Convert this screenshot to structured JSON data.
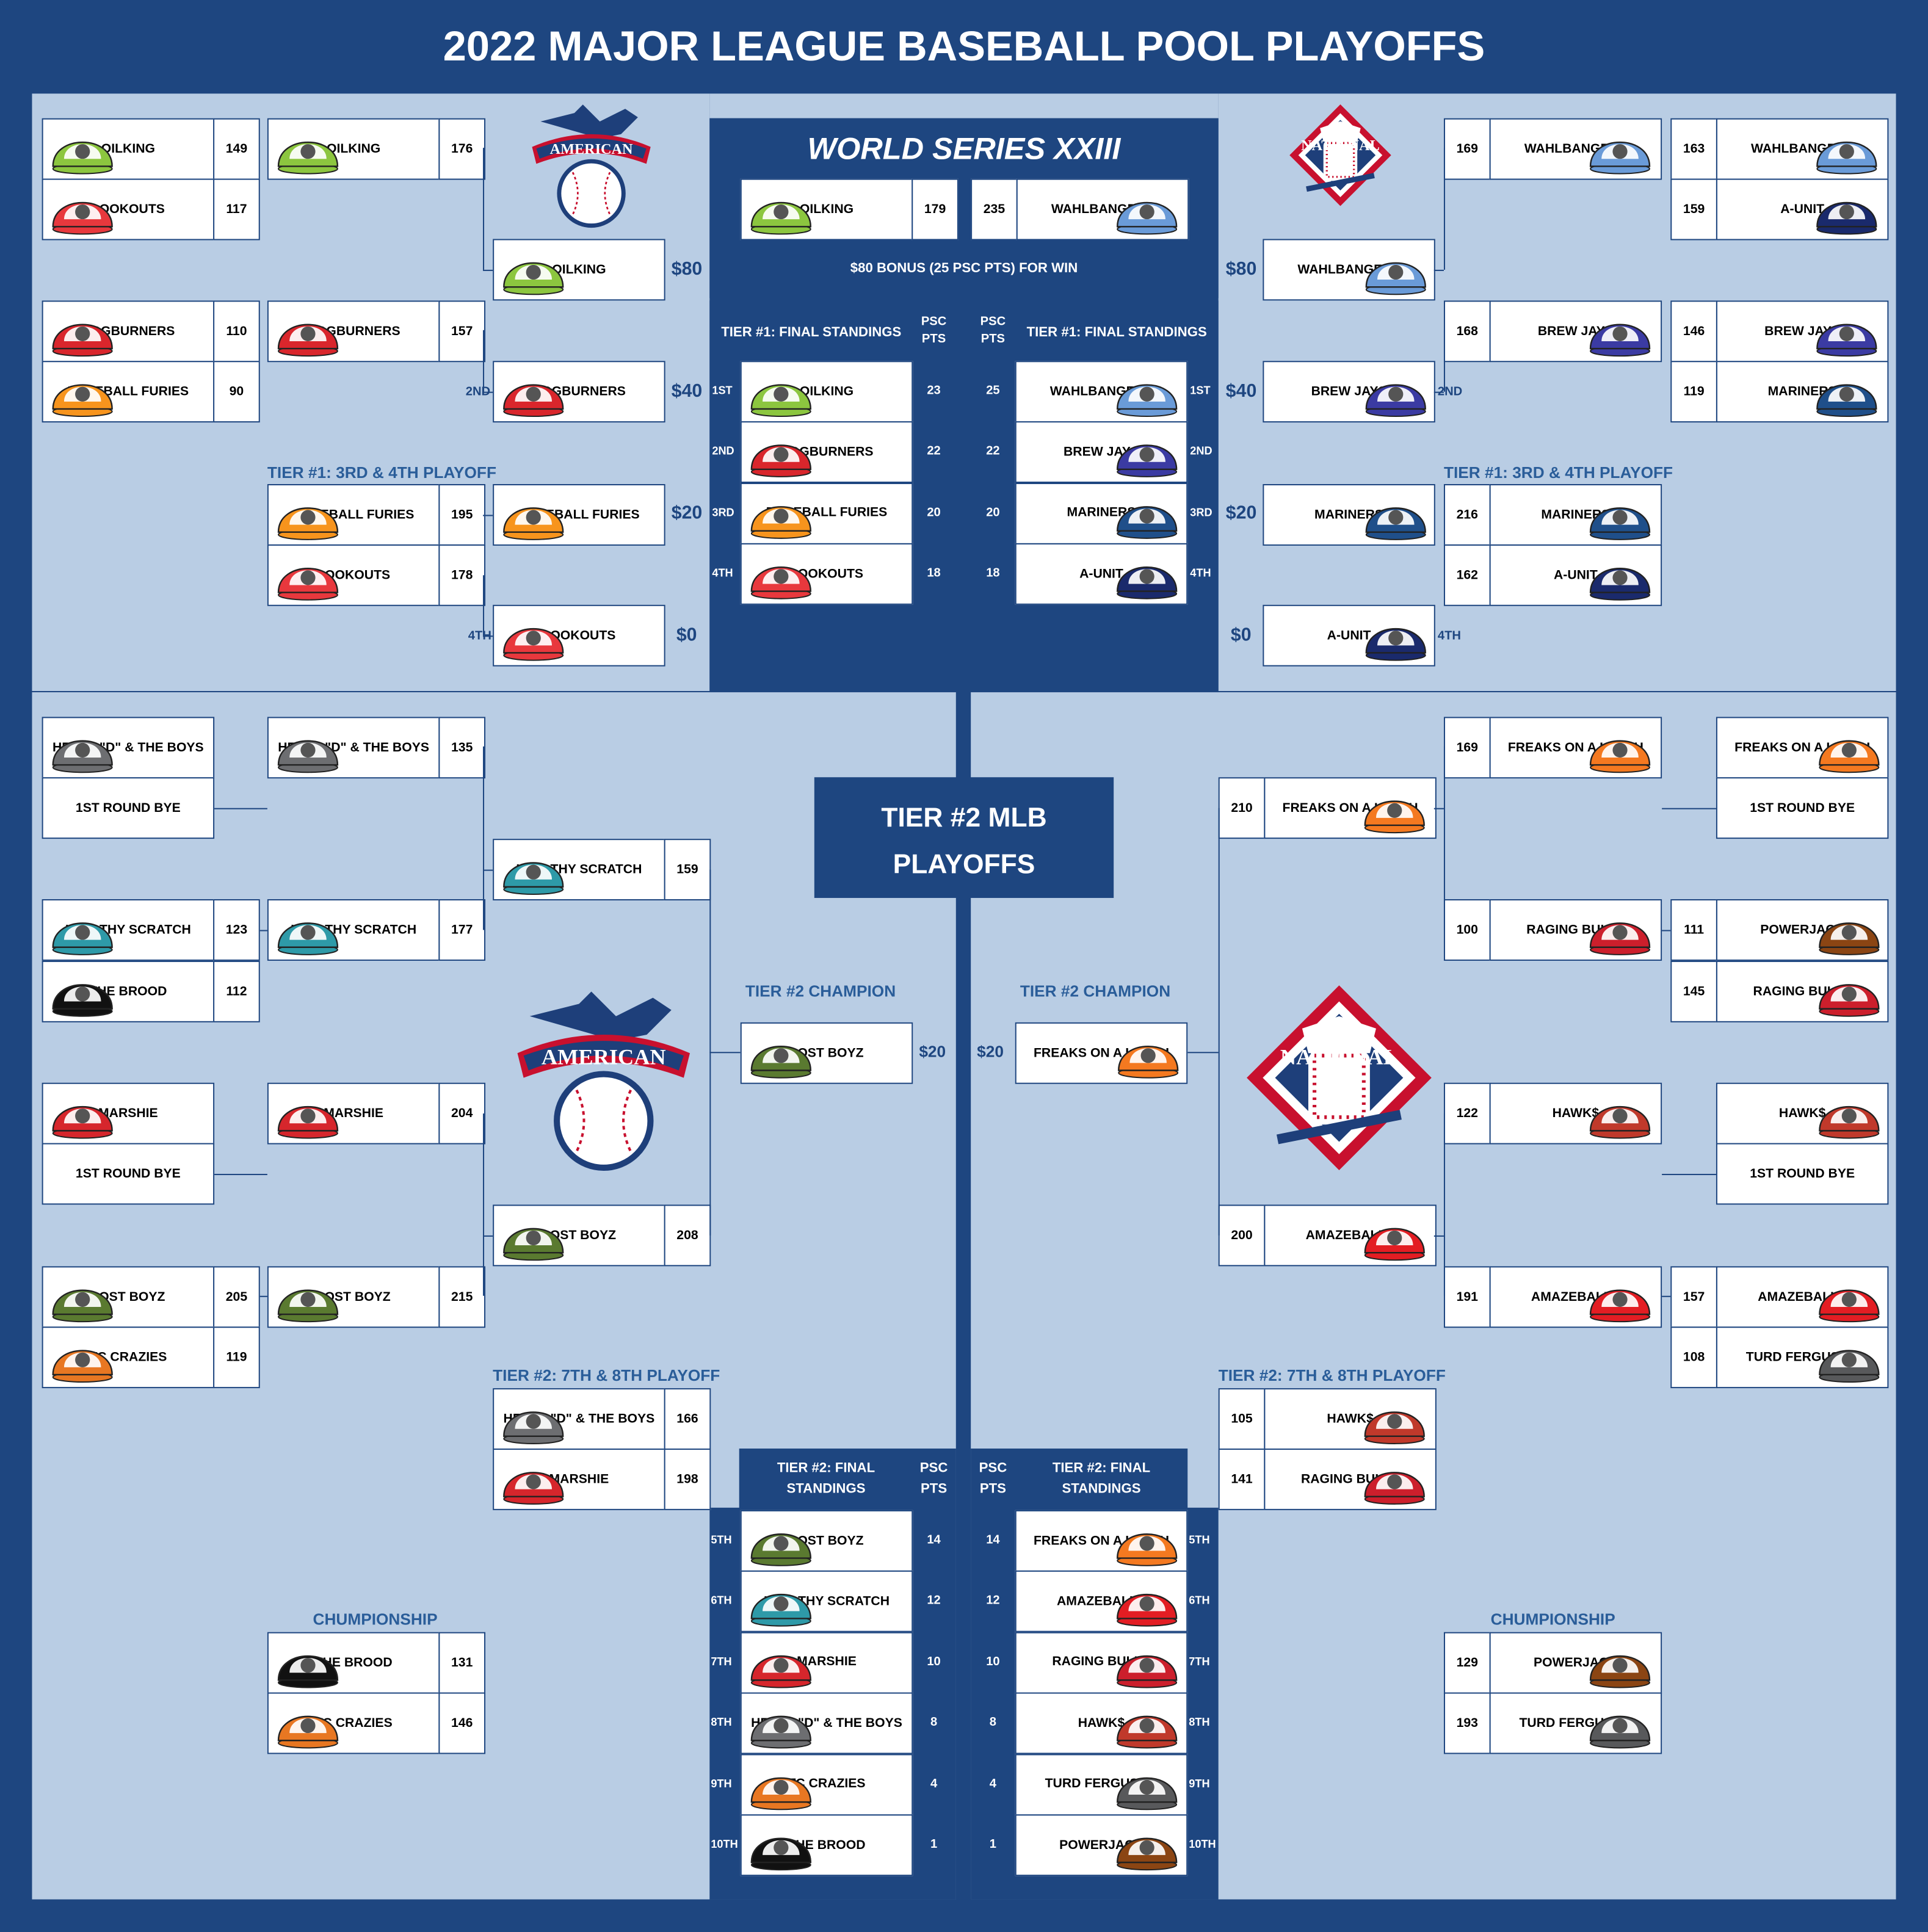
{
  "title": "2022 MAJOR LEAGUE BASEBALL POOL PLAYOFFS",
  "ws": {
    "title": "WORLD SERIES XXIII",
    "t1": "OILKING",
    "s1": "179",
    "t2": "WAHLBANGERS",
    "s2": "235",
    "bonus": "$80 BONUS (25 PSC PTS) FOR WIN"
  },
  "tier2": {
    "title": "TIER #2 MLB PLAYOFFS",
    "champ_label": "TIER #2 CHAMPION",
    "champ_al": "LOST BOYZ",
    "champ_nl": "FREAKS ON A LEASH",
    "prize": "$20"
  },
  "headers": {
    "t1_final": "TIER #1: FINAL STANDINGS",
    "t2_final": "TIER #2: FINAL STANDINGS",
    "psc": "PSC PTS",
    "t1_34": "TIER #1: 3RD & 4TH PLAYOFF",
    "t2_78": "TIER #2: 7TH & 8TH PLAYOFF",
    "chump": "CHUMPIONSHIP",
    "bye": "1ST ROUND BYE"
  },
  "prizes": {
    "p1": "$80",
    "p2": "$40",
    "p3": "$20",
    "p4": "$0"
  },
  "ranks": [
    "1ST",
    "2ND",
    "3RD",
    "4TH",
    "5TH",
    "6TH",
    "7TH",
    "8TH",
    "9TH",
    "10TH"
  ],
  "logos": {
    "al": "AMERICAN",
    "nl": "NATIONAL"
  },
  "t1_al": [
    {
      "team": "OILKING",
      "pts": "23"
    },
    {
      "team": "HOGBURNERS",
      "pts": "22"
    },
    {
      "team": "BASEBALL FURIES",
      "pts": "20"
    },
    {
      "team": "LOOKOUTS",
      "pts": "18"
    }
  ],
  "t1_nl": [
    {
      "team": "WAHLBANGERS",
      "pts": "25"
    },
    {
      "team": "BREW JAYS",
      "pts": "22"
    },
    {
      "team": "MARINERS",
      "pts": "20"
    },
    {
      "team": "A-UNIT",
      "pts": "18"
    }
  ],
  "t2_al": [
    {
      "team": "LOST BOYZ",
      "pts": "14"
    },
    {
      "team": "HEALTHY SCRATCH",
      "pts": "12"
    },
    {
      "team": "MARSHIE",
      "pts": "10"
    },
    {
      "team": "HEAVY \"D\" & THE BOYS",
      "pts": "8"
    },
    {
      "team": "TC CRAZIES",
      "pts": "4"
    },
    {
      "team": "THE BROOD",
      "pts": "1"
    }
  ],
  "t2_nl": [
    {
      "team": "FREAKS ON A LEASH",
      "pts": "14"
    },
    {
      "team": "AMAZEBALLS",
      "pts": "12"
    },
    {
      "team": "RAGING BULLS",
      "pts": "10"
    },
    {
      "team": "HAWK$",
      "pts": "8"
    },
    {
      "team": "TURD FERGUSON",
      "pts": "4"
    },
    {
      "team": "POWERJACK",
      "pts": "1"
    }
  ],
  "alT1": {
    "r1": [
      {
        "team": "OILKING",
        "score": "149"
      },
      {
        "team": "LOOKOUTS",
        "score": "117"
      },
      {
        "team": "HOGBURNERS",
        "score": "110"
      },
      {
        "team": "BASEBALL FURIES",
        "score": "90"
      }
    ],
    "r2": [
      {
        "team": "OILKING",
        "score": "176"
      },
      {
        "team": "HOGBURNERS",
        "score": "157"
      }
    ],
    "win": "OILKING",
    "second": "HOGBURNERS",
    "po": [
      {
        "team": "BASEBALL FURIES",
        "score": "195"
      },
      {
        "team": "LOOKOUTS",
        "score": "178"
      }
    ],
    "third": "BASEBALL FURIES",
    "fourth": "LOOKOUTS"
  },
  "nlT1": {
    "r1": [
      {
        "team": "WAHLBANGERS",
        "score": "163"
      },
      {
        "team": "A-UNIT",
        "score": "159"
      },
      {
        "team": "BREW JAYS",
        "score": "146"
      },
      {
        "team": "MARINERS",
        "score": "119"
      }
    ],
    "r2": [
      {
        "team": "WAHLBANGERS",
        "score": "169"
      },
      {
        "team": "BREW JAYS",
        "score": "168"
      }
    ],
    "win": "WAHLBANGERS",
    "second": "BREW JAYS",
    "po": [
      {
        "team": "MARINERS",
        "score": "216"
      },
      {
        "team": "A-UNIT",
        "score": "162"
      }
    ],
    "third": "MARINERS",
    "fourth": "A-UNIT"
  },
  "alT2": {
    "r1": [
      "HEAVY \"D\" & THE BOYS",
      {
        "team": "HEALTHY SCRATCH",
        "score": "123"
      },
      {
        "team": "THE BROOD",
        "score": "112"
      },
      "MARSHIE",
      {
        "team": "LOST BOYZ",
        "score": "205"
      },
      {
        "team": "TC CRAZIES",
        "score": "119"
      }
    ],
    "r2": [
      {
        "team": "HEAVY \"D\" & THE BOYS",
        "score": "135"
      },
      {
        "team": "HEALTHY SCRATCH",
        "score": "177"
      },
      {
        "team": "MARSHIE",
        "score": "204"
      },
      {
        "team": "LOST BOYZ",
        "score": "215"
      }
    ],
    "r3": [
      {
        "team": "HEALTHY SCRATCH",
        "score": "159"
      },
      {
        "team": "LOST BOYZ",
        "score": "208"
      }
    ],
    "po": [
      {
        "team": "HEAVY \"D\" & THE BOYS",
        "score": "166"
      },
      {
        "team": "MARSHIE",
        "score": "198"
      }
    ],
    "ch": [
      {
        "team": "THE BROOD",
        "score": "131"
      },
      {
        "team": "TC CRAZIES",
        "score": "146"
      }
    ]
  },
  "nlT2": {
    "r1": [
      "FREAKS ON A LEASH",
      {
        "team": "POWERJACK",
        "score": "111"
      },
      {
        "team": "RAGING BULLS",
        "score": "145"
      },
      "HAWK$",
      {
        "team": "AMAZEBALLS",
        "score": "157"
      },
      {
        "team": "TURD FERGUSON",
        "score": "108"
      }
    ],
    "r2": [
      {
        "team": "FREAKS ON A LEASH",
        "score": "169"
      },
      {
        "team": "RAGING BULLS",
        "score": "100"
      },
      {
        "team": "HAWK$",
        "score": "122"
      },
      {
        "team": "AMAZEBALLS",
        "score": "191"
      }
    ],
    "r3": [
      {
        "team": "FREAKS ON A LEASH",
        "score": "210"
      },
      {
        "team": "AMAZEBALLS",
        "score": "200"
      }
    ],
    "po": [
      {
        "team": "HAWK$",
        "score": "105"
      },
      {
        "team": "RAGING BULLS",
        "score": "141"
      }
    ],
    "ch": [
      {
        "team": "POWERJACK",
        "score": "129"
      },
      {
        "team": "TURD FERGUSON",
        "score": "193"
      }
    ]
  }
}
